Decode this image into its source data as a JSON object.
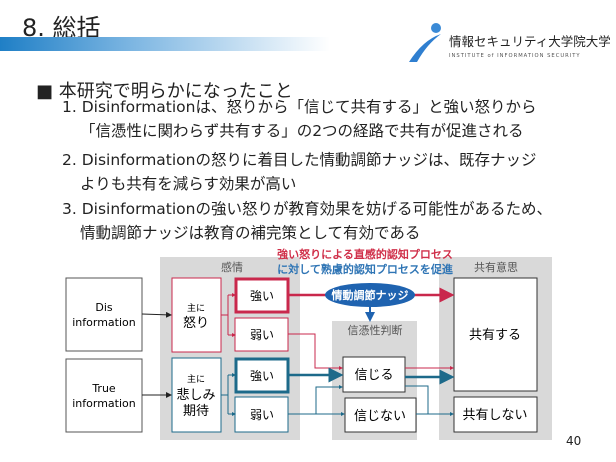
{
  "slide": {
    "title": "8. 総括",
    "page_number": "40",
    "logo": {
      "name_ja": "情報セキュリティ大学院大学",
      "name_en": "INSTITUTE of INFORMATION SECURITY"
    }
  },
  "summary": {
    "heading": "■ 本研究で明らかになったこと",
    "items": [
      {
        "line1": "1. Disinformationは、怒りから「信じて共有する」と強い怒りから",
        "line2": "「信憑性に関わらず共有する」の2つの経路で共有が促進される"
      },
      {
        "line1": "2. Disinformationの怒りに着目した情動調節ナッジは、既存ナッジ",
        "line2": "よりも共有を減らす効果が高い"
      },
      {
        "line1": "3. Disinformationの強い怒りが教育効果を妨げる可能性があるため、",
        "line2": "情動調節ナッジは教育の補完策として有効である"
      }
    ]
  },
  "diagram": {
    "annotation_red": "強い怒りによる直感的認知プロセス",
    "annotation_blue": "に対して熟慮的認知プロセスを促進",
    "panel_emotion": "感情",
    "panel_credibility": "信憑性判断",
    "panel_intent": "共有意思",
    "dis_info": [
      "Dis",
      "information"
    ],
    "true_info": [
      "True",
      "information"
    ],
    "anger": [
      "主に",
      "怒り"
    ],
    "sadness": [
      "主に",
      "悲しみ",
      "期待"
    ],
    "strong": "強い",
    "weak": "弱い",
    "nudge": "情動調節ナッジ",
    "believe": "信じる",
    "not_believe": "信じない",
    "share": "共有する",
    "not_share": "共有しない"
  },
  "colors": {
    "red": "#c9284c",
    "blue": "#1d6a8a",
    "nudge": "#1f63b0",
    "gray": "#d9d9d9"
  }
}
